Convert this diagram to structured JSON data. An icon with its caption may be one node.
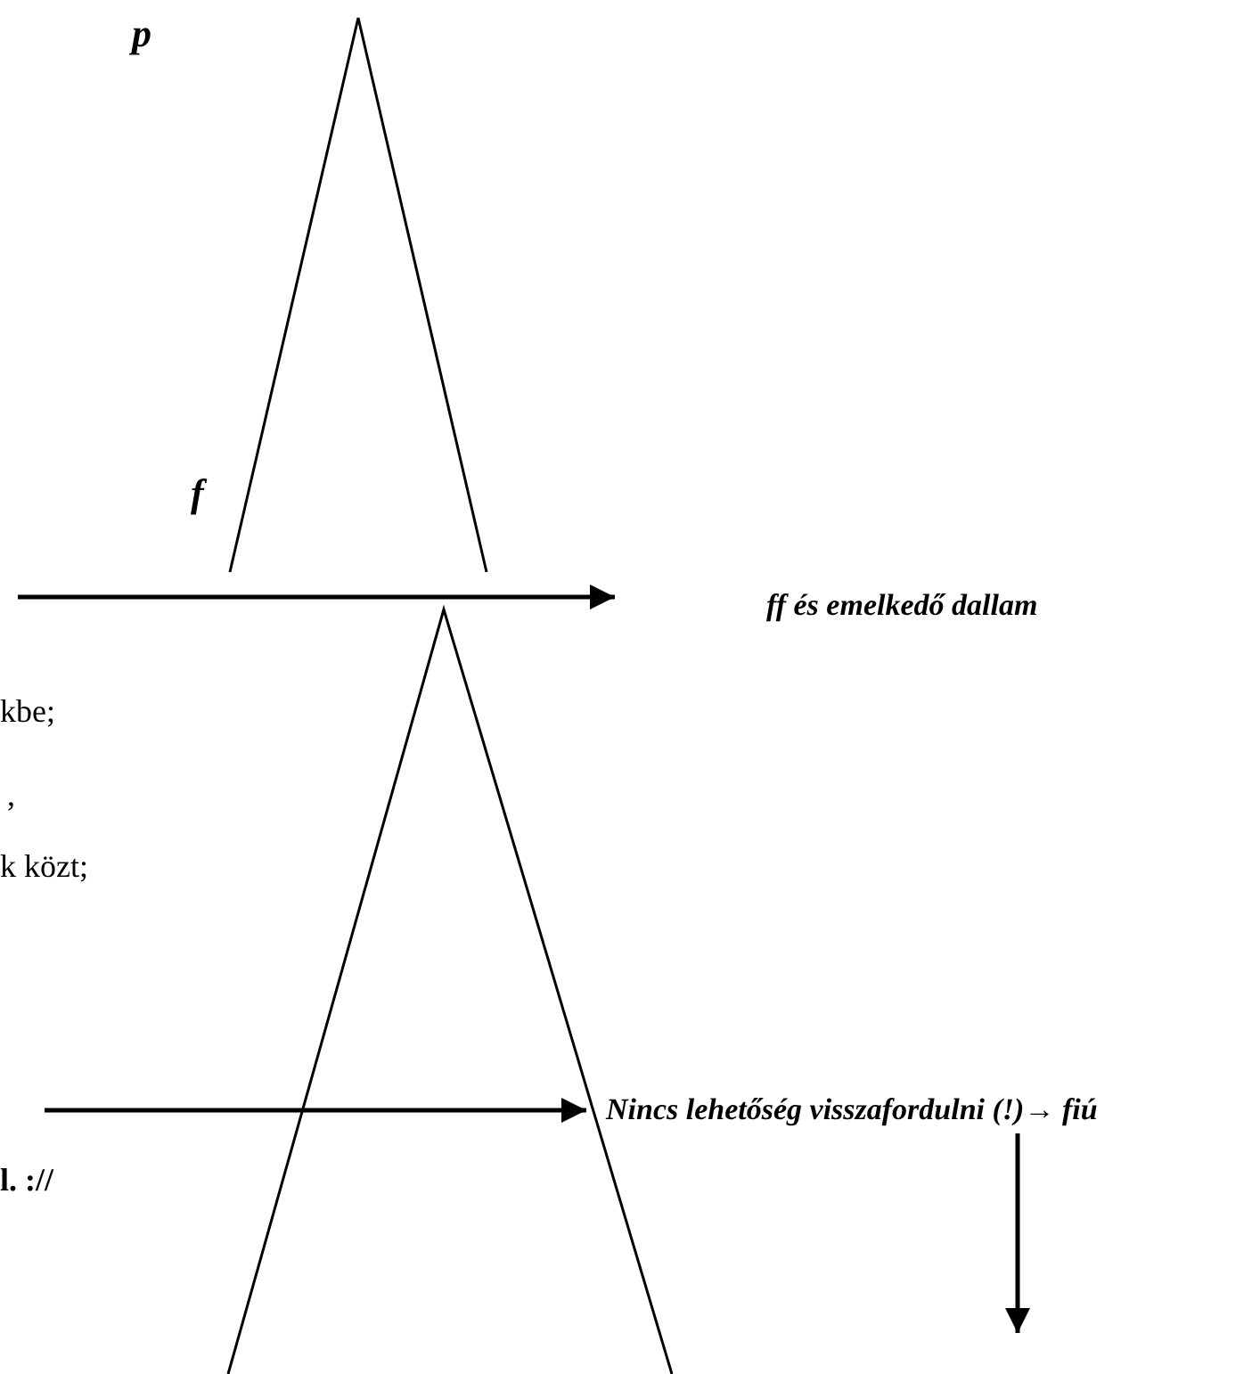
{
  "diagram": {
    "labels": [
      "p",
      "f",
      "ff és emelkedő dallam",
      "kbe;",
      ",",
      "k közt;",
      "Nincs lehetőség visszafordulni (!)→ fiú",
      "l. ://"
    ]
  }
}
